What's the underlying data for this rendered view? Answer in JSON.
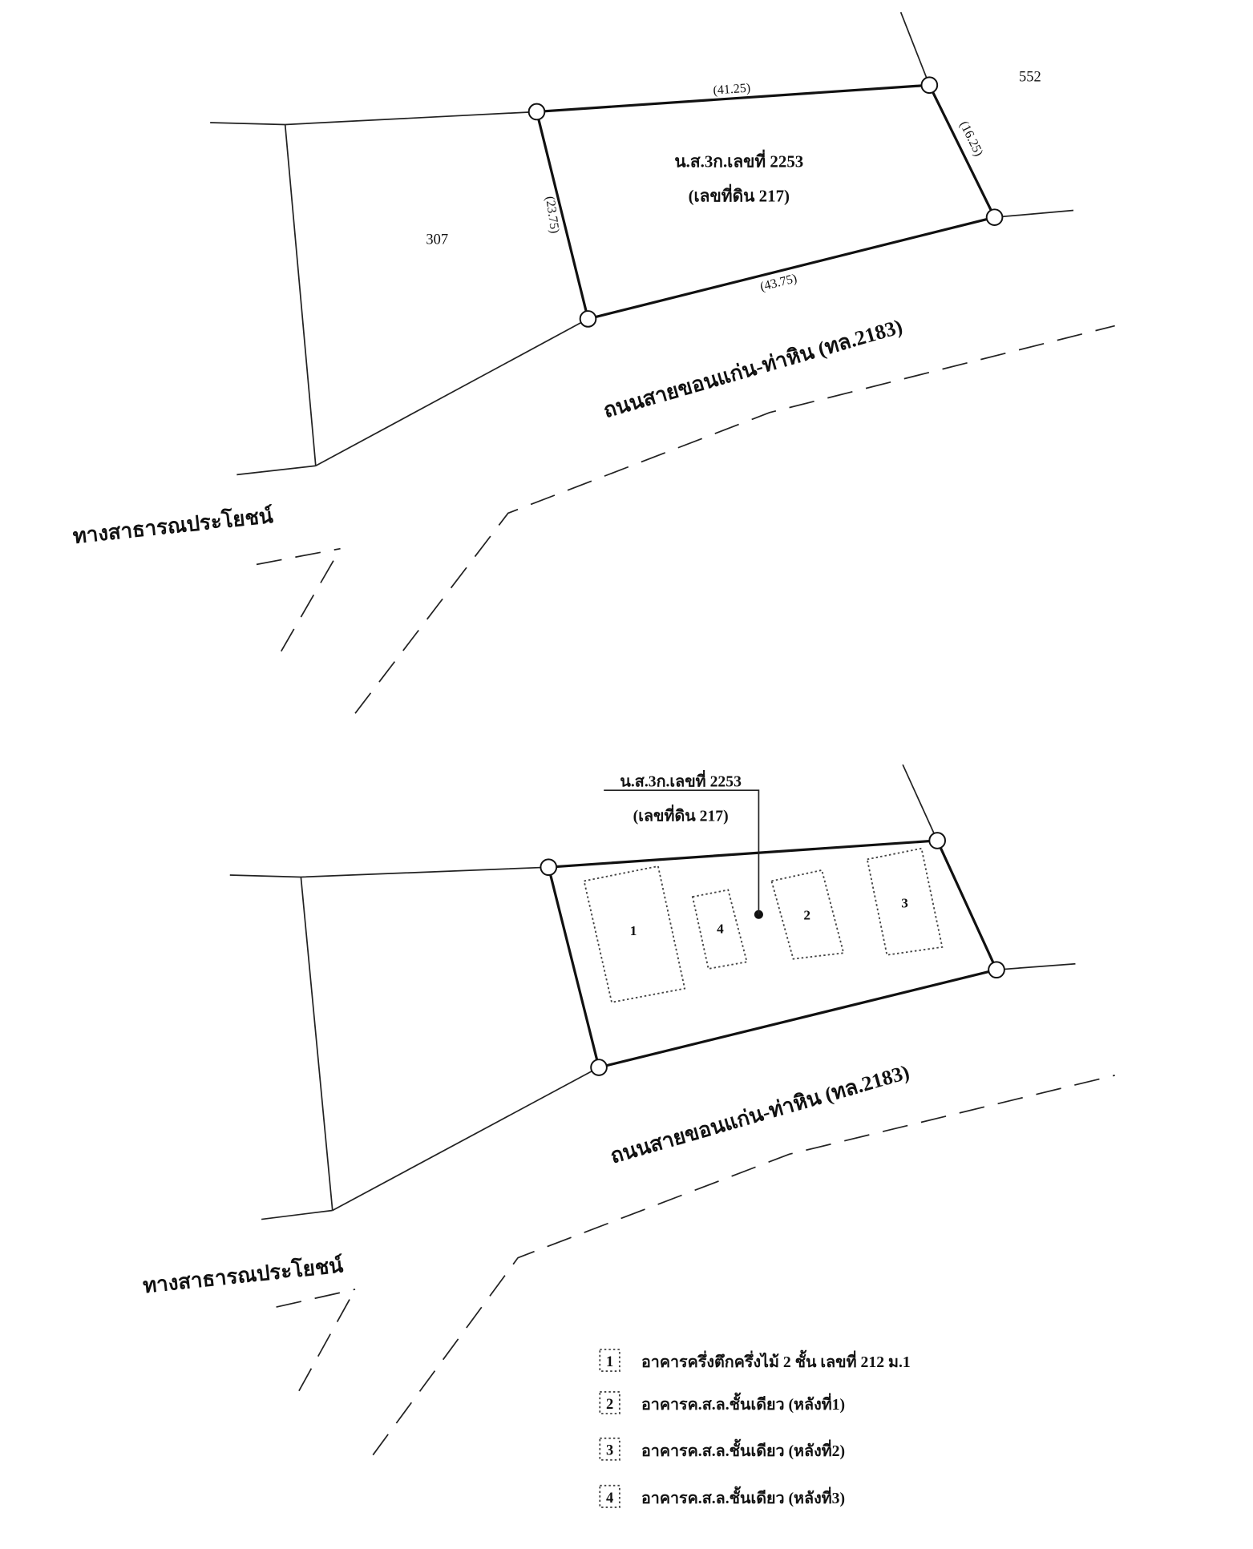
{
  "top_map": {
    "parcel_title": "น.ส.3ก.เลขที่ 2253",
    "parcel_subtitle": "(เลขที่ดิน 217)",
    "neighbor_right": "552",
    "neighbor_left": "307",
    "side_top": "(41.25)",
    "side_right": "(16.25)",
    "side_left": "(23.75)",
    "side_bottom": "(43.75)",
    "road_label": "ถนนสายขอนแก่น-ท่าหิน (ทล.2183)",
    "public_way_label": "ทางสาธารณประโยชน์"
  },
  "bottom_map": {
    "parcel_title": "น.ส.3ก.เลขที่ 2253",
    "parcel_subtitle": "(เลขที่ดิน 217)",
    "buildings": [
      "1",
      "4",
      "2",
      "3"
    ],
    "road_label": "ถนนสายขอนแก่น-ท่าหิน (ทล.2183)",
    "public_way_label": "ทางสาธารณประโยชน์"
  },
  "legend": [
    {
      "num": "1",
      "text": "อาคารครึ่งตึกครึ่งไม้ 2 ชั้น เลขที่ 212 ม.1"
    },
    {
      "num": "2",
      "text": "อาคารค.ส.ล.ชั้นเดียว (หลังที่1)"
    },
    {
      "num": "3",
      "text": "อาคารค.ส.ล.ชั้นเดียว (หลังที่2)"
    },
    {
      "num": "4",
      "text": "อาคารค.ส.ล.ชั้นเดียว (หลังที่3)"
    }
  ]
}
